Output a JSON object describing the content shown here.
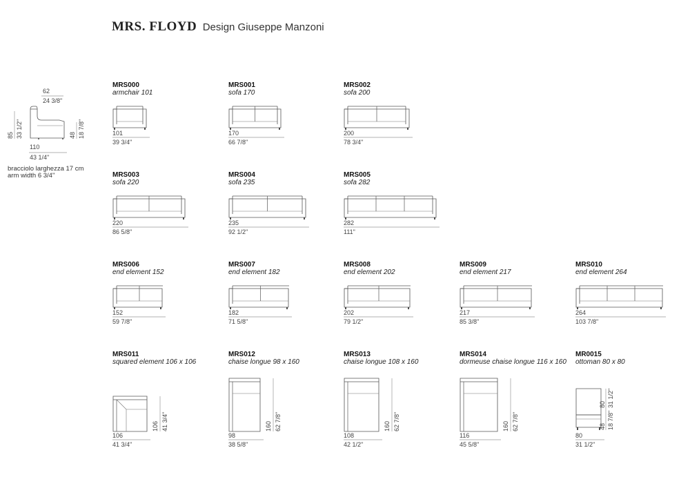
{
  "header": {
    "brand": "MRS. FLOYD",
    "subtitle": "Design Giuseppe Manzoni"
  },
  "side_view": {
    "width_cm": "62",
    "width_in": "24 3/8\"",
    "height_cm": "85",
    "height_in": "33 1/2\"",
    "seat_cm": "48",
    "seat_in": "18 7/8\"",
    "depth_cm": "110",
    "depth_in": "43 1/4\"",
    "note_it": "bracciolo larghezza 17 cm",
    "note_en": "arm width 6 3/4\""
  },
  "items": [
    {
      "code": "MRS000",
      "desc": "armchair 101",
      "cm": "101",
      "in": "39 3/4\""
    },
    {
      "code": "MRS001",
      "desc": "sofa 170",
      "cm": "170",
      "in": "66 7/8\""
    },
    {
      "code": "MRS002",
      "desc": "sofa 200",
      "cm": "200",
      "in": "78 3/4\""
    },
    {
      "code": "MRS003",
      "desc": "sofa 220",
      "cm": "220",
      "in": "86 5/8\""
    },
    {
      "code": "MRS004",
      "desc": "sofa 235",
      "cm": "235",
      "in": "92 1/2\""
    },
    {
      "code": "MRS005",
      "desc": "sofa 282",
      "cm": "282",
      "in": "111\""
    },
    {
      "code": "MRS006",
      "desc": "end element 152",
      "cm": "152",
      "in": "59 7/8\""
    },
    {
      "code": "MRS007",
      "desc": "end element 182",
      "cm": "182",
      "in": "71 5/8\""
    },
    {
      "code": "MRS008",
      "desc": "end element 202",
      "cm": "202",
      "in": "79 1/2\""
    },
    {
      "code": "MRS009",
      "desc": "end element 217",
      "cm": "217",
      "in": "85 3/8\""
    },
    {
      "code": "MRS010",
      "desc": "end element 264",
      "cm": "264",
      "in": "103 7/8\""
    },
    {
      "code": "MRS011",
      "desc": "squared element 106 x 106",
      "cm": "106",
      "in": "41 3/4\"",
      "depth_cm": "106",
      "depth_in": "41 3/4\""
    },
    {
      "code": "MRS012",
      "desc": "chaise longue 98 x 160",
      "cm": "98",
      "in": "38 5/8\"",
      "depth_cm": "160",
      "depth_in": "62 7/8\""
    },
    {
      "code": "MRS013",
      "desc": "chaise longue 108 x 160",
      "cm": "108",
      "in": "42 1/2\"",
      "depth_cm": "160",
      "depth_in": "62 7/8\""
    },
    {
      "code": "MRS014",
      "desc": "dormeuse chaise longue 116 x 160",
      "cm": "116",
      "in": "45 5/8\"",
      "depth_cm": "160",
      "depth_in": "62 7/8\""
    },
    {
      "code": "MR0015",
      "desc": "ottoman 80 x 80",
      "cm": "80",
      "in": "31 1/2\"",
      "depth_cm": "80",
      "depth_in": "31 1/2\"",
      "height_cm": "48",
      "height_in": "18 7/8\""
    }
  ]
}
